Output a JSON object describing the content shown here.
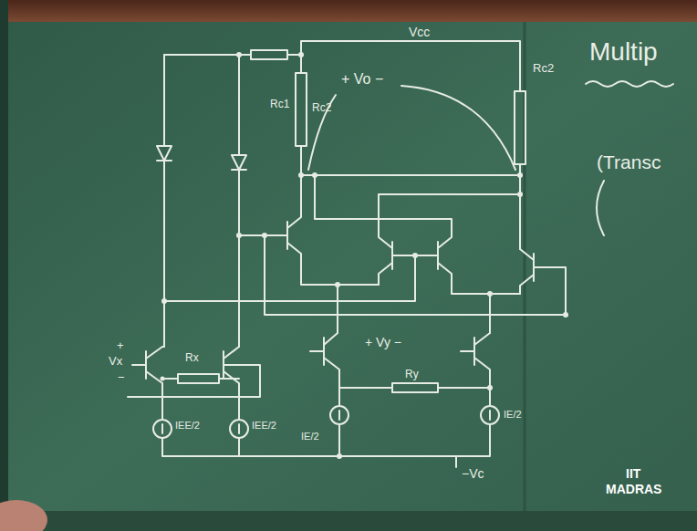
{
  "diagram": {
    "labels": [
      "Vcc",
      "Rc1",
      "Rc2",
      "+ Vo −",
      "Rc2",
      "Multip",
      "(Transc",
      "+",
      "Vx",
      "−",
      "Rx",
      "IEE/2",
      "IEE/2",
      "+ Vy −",
      "Ry",
      "IE/2",
      "IE/2",
      "−Vc",
      "IIT",
      "MADRAS"
    ]
  }
}
